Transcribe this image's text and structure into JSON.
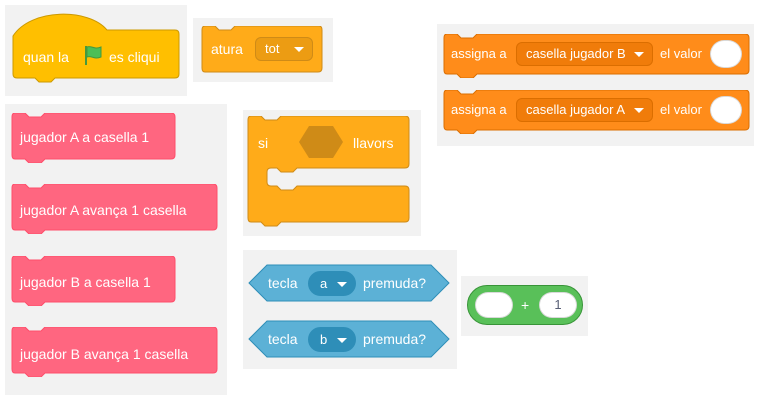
{
  "colors": {
    "events": "#ffbf00",
    "events_dark": "#cc9900",
    "control": "#ffab19",
    "control_dark": "#cf8b17",
    "variables": "#ff8c1a",
    "variables_dark": "#db6e00",
    "custom": "#ff6680",
    "custom_dark": "#ff4d6a",
    "sensing": "#5cb1d6",
    "sensing_dark": "#2e8eb8",
    "operators": "#59c059",
    "operators_dark": "#389438",
    "flag": "#4cbf56"
  },
  "event_block": {
    "label_before": "quan la",
    "icon": "green-flag-icon",
    "label_after": "es cliqui"
  },
  "stop_block": {
    "label": "atura",
    "dropdown": "tot"
  },
  "set_blocks": [
    {
      "label": "assigna a",
      "variable": "casella jugador B",
      "suffix": "el valor"
    },
    {
      "label": "assigna a",
      "variable": "casella jugador A",
      "suffix": "el valor"
    }
  ],
  "custom_blocks": [
    "jugador A a casella 1",
    "jugador A avança 1 casella",
    "jugador B a casella 1",
    "jugador B avança 1 casella"
  ],
  "if_block": {
    "label": "si",
    "suffix": "llavors"
  },
  "key_blocks": [
    {
      "label": "tecla",
      "key": "a",
      "suffix": "premuda?"
    },
    {
      "label": "tecla",
      "key": "b",
      "suffix": "premuda?"
    }
  ],
  "add_block": {
    "operator": "+",
    "right_value": "1"
  }
}
